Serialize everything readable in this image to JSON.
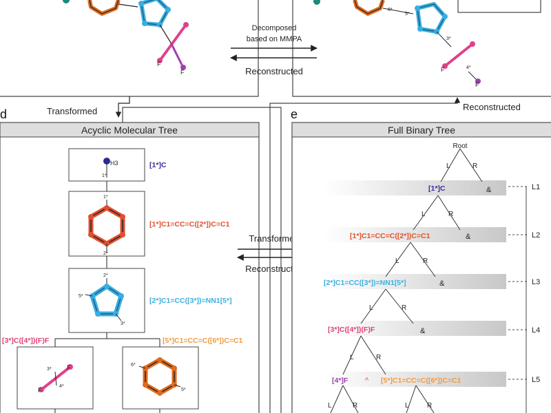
{
  "colors": {
    "blue_atom": "#2a2a90",
    "orange": "#e06a20",
    "red": "#e05030",
    "cyan": "#3aaee0",
    "cyan_dark": "#1a6e9a",
    "pink": "#e0408a",
    "purple": "#a040b0",
    "smiles_dark_blue": "#3a2a9a",
    "smiles_red": "#e0502a",
    "smiles_cyan": "#3ab0e0",
    "smiles_pink": "#e0407a",
    "smiles_orange": "#f09a40",
    "smiles_purple": "#a040b0",
    "header_bg": "#dedede"
  },
  "panel_labels": {
    "d": "d",
    "e": "e"
  },
  "top_arrows": {
    "decomposed_line1": "Decomposed",
    "decomposed_line2": "based on MMPA",
    "reconstructed": "Reconstructed"
  },
  "connectors": {
    "transformed_left": "Transformed",
    "reconstructed_right": "Reconstructed"
  },
  "top_right_fragments": {
    "bond_6": "6*",
    "bond_5": "5*",
    "bond_3": "3*",
    "bond_4": "4*"
  },
  "middle_arrows": {
    "transformed": "Transformed",
    "reconstructed": "Reconstructed"
  },
  "panel_d": {
    "title": "Acyclic Molecular Tree",
    "nodes": [
      {
        "atom_label": "H3",
        "smiles": "[1*]C",
        "bonds": [
          "1*"
        ]
      },
      {
        "smiles": "[1*]C1=CC=C([2*])C=C1",
        "bonds": [
          "1*",
          "2*"
        ]
      },
      {
        "smiles": "[2*]C1=CC([3*])=NN1[5*]",
        "bonds": [
          "2*",
          "5*",
          "3*"
        ]
      },
      {
        "smiles": "[3*]C([4*])(F)F",
        "bonds": [
          "3*",
          "4*"
        ],
        "atoms": [
          "F",
          "F"
        ]
      },
      {
        "smiles": "[5*]C1=CC=C([6*])C=C1",
        "bonds": [
          "6*",
          "5*"
        ]
      }
    ]
  },
  "panel_e": {
    "title": "Full Binary Tree",
    "root": "Root",
    "branch_left": "L",
    "branch_right": "R",
    "and_symbol": "&",
    "caret_symbol": "^",
    "levels": [
      {
        "id": "L1",
        "smiles": "[1*]C"
      },
      {
        "id": "L2",
        "smiles": "[1*]C1=CC=C([2*])C=C1"
      },
      {
        "id": "L3",
        "smiles": "[2*]C1=CC([3*])=NN1[5*]"
      },
      {
        "id": "L4",
        "smiles": "[3*]C([4*])(F)F"
      },
      {
        "id": "L5",
        "smiles_left": "[4*]F",
        "smiles_right": "[5*]C1=CC=C([6*])C=C1"
      }
    ]
  }
}
